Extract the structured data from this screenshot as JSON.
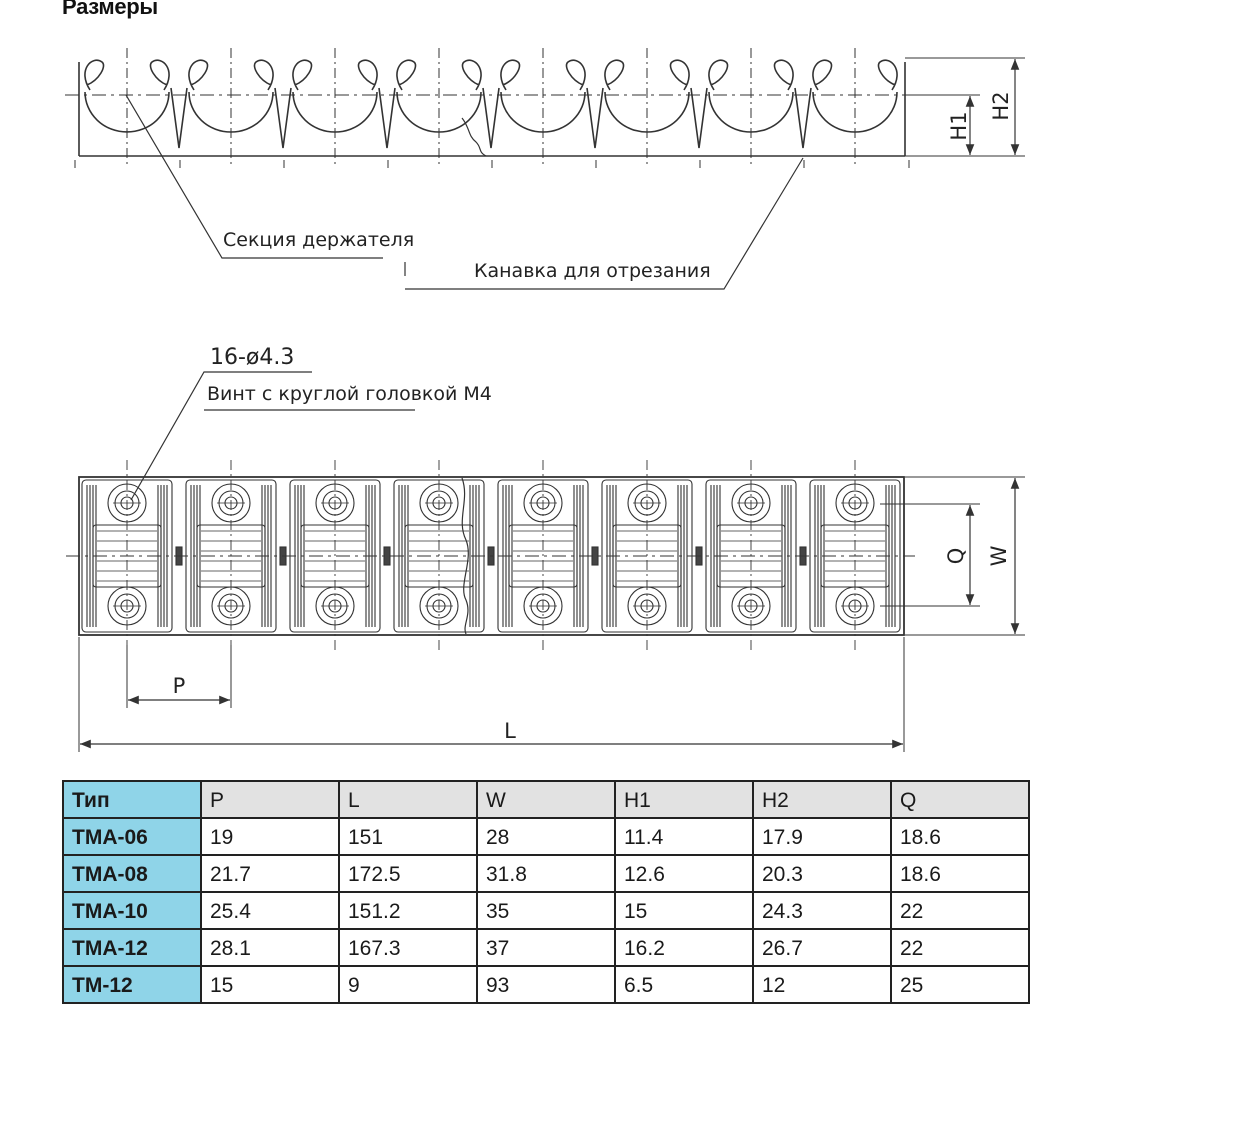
{
  "heading": "Размеры",
  "diagram": {
    "side_view": {
      "label_holder_section": "Секция держателя",
      "label_cut_groove": "Канавка для отрезания",
      "dim_h1": "H1",
      "dim_h2": "H2"
    },
    "top_view": {
      "hole_spec": "16-ø4.3",
      "screw_spec": "Винт с круглой головкой М4",
      "dim_q": "Q",
      "dim_w": "W",
      "dim_p": "P",
      "dim_l": "L"
    }
  },
  "table": {
    "headers": [
      "Тип",
      "P",
      "L",
      "W",
      "H1",
      "H2",
      "Q"
    ],
    "rows": [
      {
        "type": "TMA-06",
        "values": [
          "19",
          "151",
          "28",
          "11.4",
          "17.9",
          "18.6"
        ]
      },
      {
        "type": "TMA-08",
        "values": [
          "21.7",
          "172.5",
          "31.8",
          "12.6",
          "20.3",
          "18.6"
        ]
      },
      {
        "type": "TMA-10",
        "values": [
          "25.4",
          "151.2",
          "35",
          "15",
          "24.3",
          "22"
        ]
      },
      {
        "type": "TMA-12",
        "values": [
          "28.1",
          "167.3",
          "37",
          "16.2",
          "26.7",
          "22"
        ]
      },
      {
        "type": "TM-12",
        "values": [
          "15",
          "9",
          "93",
          "6.5",
          "12",
          "25"
        ]
      }
    ]
  },
  "colors": {
    "header_type_cell": "#8fd4e8",
    "header_row": "#e2e2e2",
    "line": "#333333"
  }
}
